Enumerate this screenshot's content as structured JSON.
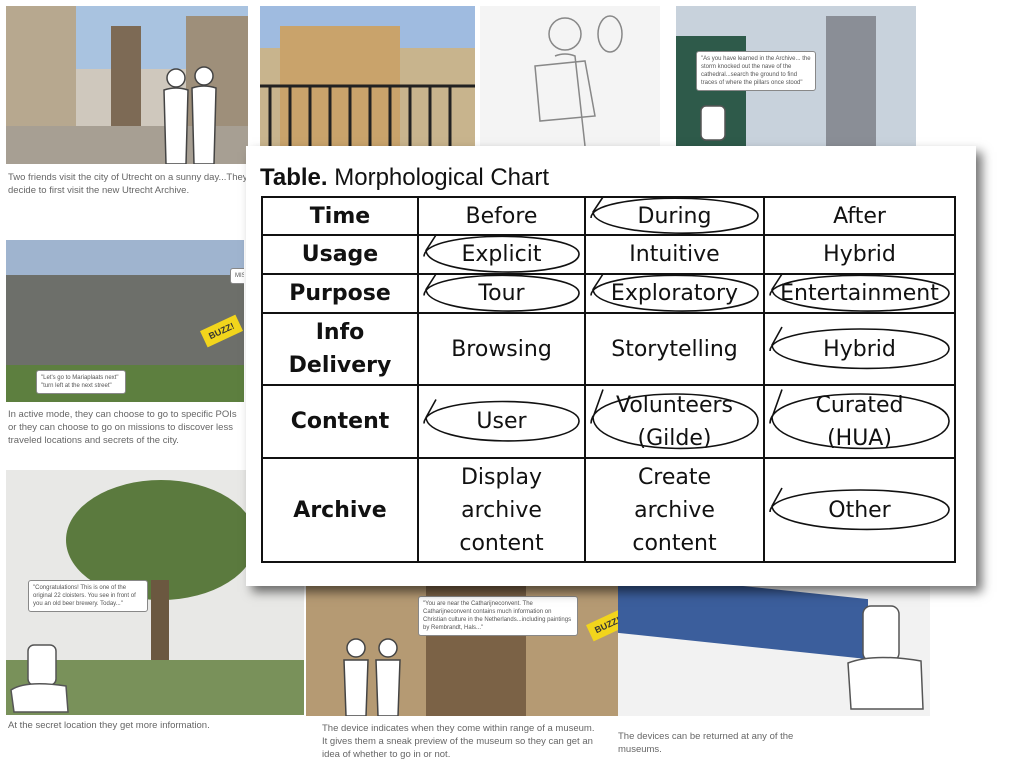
{
  "background": {
    "captions": {
      "c1": "Two friends visit the city of Utrecht on a sunny day...They decide to first visit the new Utrecht Archive.",
      "c2": "In active mode, they can choose to go to specific POIs or they can choose to go on missions to discover less traveled locations and secrets of the city.",
      "c3": "At the secret location they get more information.",
      "c4": "The device indicates when they come within range of a museum. It gives them a sneak preview of the museum so they can get an idea of whether to go in or not.",
      "c5": "The devices can be returned at any of the museums."
    },
    "bubbles": {
      "b1": "\"As you have learned in the Archive... the storm knocked out the nave of the cathedral...search the ground to find traces of where the pillars once stood\"",
      "b2": "\"Let's go to Mariaplaats next\" \"turn left at the next street\"",
      "b3": "MIS",
      "b4": "\"Congratulations! This is one of the original 22 cloisters. You see in front of you an old beer brewery. Today...\"",
      "b5": "\"You are near the Catharijneconvent. The Catharijneconvent contains much information on Christian culture in the Netherlands...including paintings by Rembrandt, Hals...\"",
      "buzz1": "BUZZ!",
      "buzz2": "BUZZ!"
    }
  },
  "table": {
    "title_bold": "Table.",
    "title_rest": " Morphological Chart",
    "rows": [
      {
        "header": [
          "Time"
        ],
        "cells": [
          [
            "Before"
          ],
          [
            "During"
          ],
          [
            "After"
          ]
        ]
      },
      {
        "header": [
          "Usage"
        ],
        "cells": [
          [
            "Explicit"
          ],
          [
            "Intuitive"
          ],
          [
            "Hybrid"
          ]
        ]
      },
      {
        "header": [
          "Purpose"
        ],
        "cells": [
          [
            "Tour"
          ],
          [
            "Exploratory"
          ],
          [
            "Entertainment"
          ]
        ]
      },
      {
        "header": [
          "Info",
          "Delivery"
        ],
        "cells": [
          [
            "Browsing"
          ],
          [
            "Storytelling"
          ],
          [
            "Hybrid"
          ]
        ]
      },
      {
        "header": [
          "Content"
        ],
        "cells": [
          [
            "User"
          ],
          [
            "Volunteers",
            "(Gilde)"
          ],
          [
            "Curated",
            "(HUA)"
          ]
        ]
      },
      {
        "header": [
          "Archive"
        ],
        "cells": [
          [
            "Display",
            "archive",
            "content"
          ],
          [
            "Create",
            "archive",
            "content"
          ],
          [
            "Other"
          ]
        ]
      }
    ],
    "circled": [
      {
        "row": 0,
        "col": 1
      },
      {
        "row": 1,
        "col": 0
      },
      {
        "row": 2,
        "col": 0
      },
      {
        "row": 2,
        "col": 1
      },
      {
        "row": 2,
        "col": 2
      },
      {
        "row": 3,
        "col": 2
      },
      {
        "row": 4,
        "col": 0
      },
      {
        "row": 4,
        "col": 1
      },
      {
        "row": 4,
        "col": 2
      },
      {
        "row": 5,
        "col": 2
      }
    ],
    "ink_color": "#111111"
  }
}
